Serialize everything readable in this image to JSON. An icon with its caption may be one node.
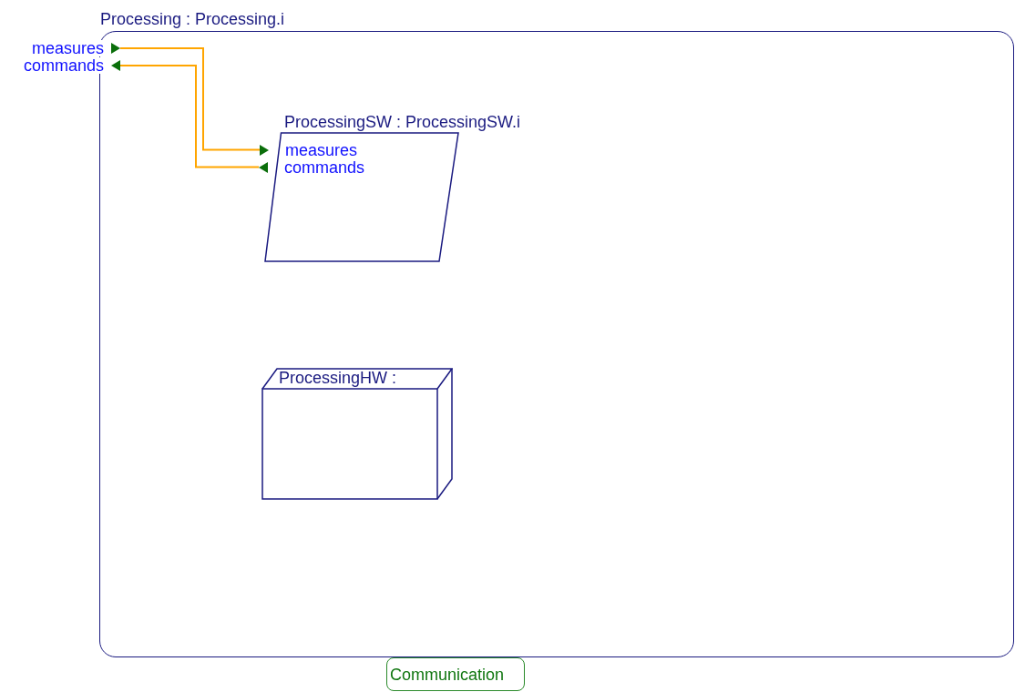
{
  "diagram": {
    "nodes": [
      {
        "text": [
          "Processing : Processing.i"
        ]
      },
      {
        "text": [
          "measures"
        ]
      },
      {
        "text": [
          "commands"
        ]
      },
      {
        "text": [
          "ProcessingSW : ProcessingSW.i"
        ],
        "in": 0
      },
      {
        "text": [
          "measures"
        ],
        "in": 3
      },
      {
        "text": [
          "commands"
        ],
        "in": 3
      },
      {
        "text": [
          "ProcessingHW :"
        ],
        "in": 0
      },
      {
        "text": [
          "Communication"
        ]
      }
    ],
    "edges": [
      {
        "from": 1,
        "to": 4,
        "arrow": "none"
      },
      {
        "from": 5,
        "to": 2,
        "arrow": "none"
      }
    ]
  }
}
